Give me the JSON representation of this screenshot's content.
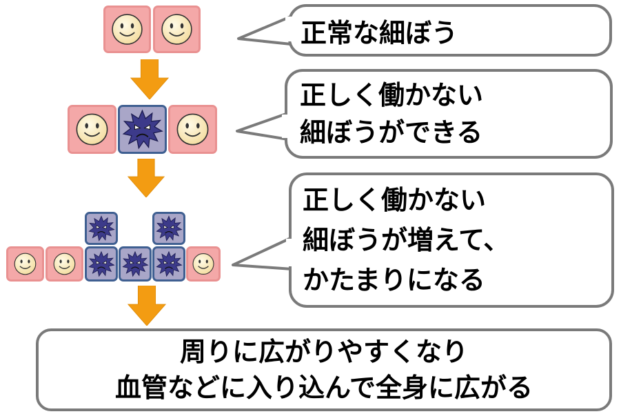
{
  "bubbles": {
    "normal_cells": [
      "正常な細ぼう"
    ],
    "abnormal_cell_forms": [
      "正しく働かない",
      "細ぼうができる"
    ],
    "abnormal_cells_grow": [
      "正しく働かない",
      "細ぼうが増えて、",
      "かたまりになる"
    ]
  },
  "conclusion": [
    "周りに広がりやすくなり",
    "血管などに入り込んで全身に広がる"
  ],
  "colors": {
    "normal_cell_fill": "#f4a8a8",
    "abnormal_cell_fill": "#a9a6c8",
    "abnormal_cell_border": "#3f5f91",
    "arrow": "#f39c12",
    "bubble_border": "#7a7a7a"
  },
  "icons": {
    "normal": "smiling-face-icon",
    "abnormal": "angry-spiky-germ-icon",
    "flow": "down-arrow-icon"
  }
}
